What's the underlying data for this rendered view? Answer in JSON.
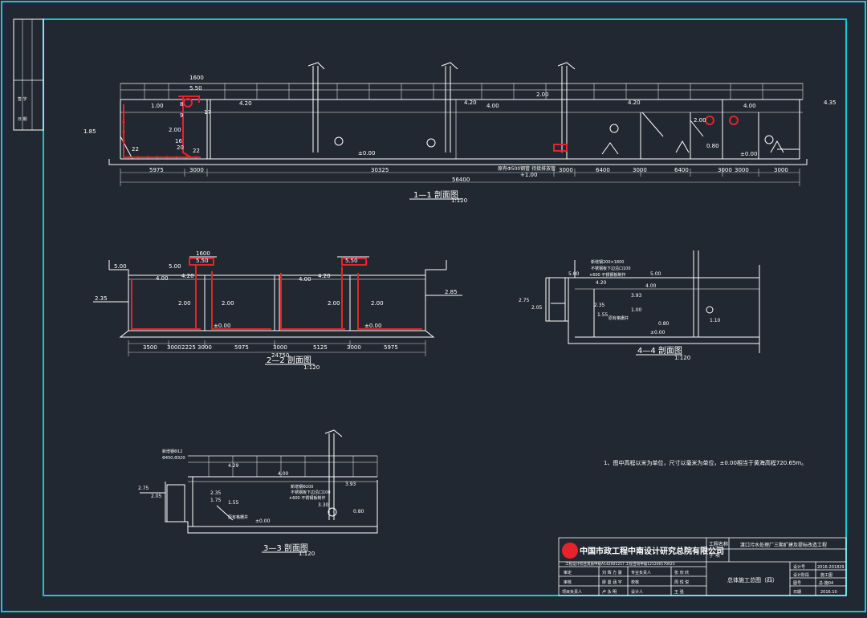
{
  "sections": {
    "s11": {
      "title": "1—1 剖面图",
      "scale": "1:120",
      "dims": {
        "d1": "5975",
        "d2": "3000",
        "d3": "30325",
        "d4": "3000",
        "d5": "6400",
        "d6": "3000",
        "d7": "6400",
        "d8": "3000",
        "d9": "3000",
        "d10": "3000",
        "total": "56400"
      },
      "levels": {
        "l420a": "4.20",
        "l550": "5.50",
        "l185": "1.85",
        "l100": "1.00",
        "l200": "2.00",
        "l420b": "4.20",
        "l400a": "4.00",
        "l000a": "±0.00",
        "l400b": "4.00",
        "l420c": "4.20",
        "l435": "4.35",
        "l080": "0.80",
        "l000b": "±0.00",
        "l200b": "2.00",
        "l200c": "2.00"
      },
      "top_dim": "1600",
      "nums": {
        "n8": "8",
        "n9": "9",
        "n16": "16",
        "n20": "20",
        "n22a": "22",
        "n22b": "22",
        "n17": "17"
      },
      "pipe_note": "原有Φ500钢管 待接排放管",
      "pipe_elev": "+1.00"
    },
    "s22": {
      "title": "2—2 剖面图",
      "scale": "1:120",
      "dims": {
        "d1": "3500",
        "d2": "3000",
        "d3": "2225",
        "d4": "3000",
        "d5": "5975",
        "d6": "3000",
        "d7": "5125",
        "d8": "3000",
        "d9": "5975",
        "total": "24750"
      },
      "levels": {
        "l500a": "5.00",
        "l500b": "5.00",
        "l550a": "5.50",
        "l550b": "5.50",
        "l400a": "4.00",
        "l420a": "4.20",
        "l400b": "4.00",
        "l420b": "4.20",
        "l235": "2.35",
        "l285": "2.85",
        "l200a": "2.00",
        "l200b": "2.00",
        "l200c": "2.00",
        "l200d": "2.00",
        "l000a": "±0.00",
        "l000b": "±0.00"
      },
      "top_dim": "1600"
    },
    "s44": {
      "title": "4—4 剖面图",
      "scale": "1:120",
      "levels": {
        "l500a": "5.00",
        "l500b": "5.00",
        "l420": "4.20",
        "l400": "4.00",
        "l275": "2.75",
        "l205": "2.05",
        "l235": "2.35",
        "l155": "1.55",
        "l110": "1.10",
        "l080": "0.80",
        "l000": "±0.00",
        "l393": "3.93",
        "l100": "1.00"
      },
      "notes": {
        "n1": "新增钢200×1800",
        "n2": "不锈钢板下边沿口100",
        "n3": "×600 不锈钢板制作",
        "n4": "原有格栅井"
      }
    },
    "s33": {
      "title": "3—3 剖面图",
      "scale": "1:120",
      "levels": {
        "l429": "4.29",
        "l275": "2.75",
        "l205": "2.05",
        "l235": "2.35",
        "l175": "1.75",
        "l155": "1.55",
        "l400": "4.00",
        "l330": "3.30",
        "l080": "0.80",
        "l000": "±0.00",
        "l393": "3.93"
      },
      "notes": {
        "n1": "新增钢Φ12",
        "n2": "Φ450,Φ320",
        "n3": "新增钢Φ200",
        "n4": "不锈钢板下边沿口100",
        "n5": "×600 不锈钢板制作",
        "n6": "原有格栅井"
      }
    }
  },
  "general_note": "1、图中高程以米为单位，尺寸以毫米为单位，±0.00相当于黄海高程720.65m。",
  "titleblock": {
    "company": "中国市政工程中南设计研究总院有限公司",
    "cert": "工程设计综合资质甲级A142001257 工程咨询甲级121200170023",
    "proj_label": "工程名称",
    "proj_name": "渡口污水处理厂三期扩建及提标改造工程",
    "sub_label": "子  项",
    "drawing_name": "总体施工总图（四）",
    "r1c1": "审定",
    "r1c2": "刘 辉 方 骏",
    "r1c3": "专业负责人",
    "r1c4": "张 欣 欣",
    "r2c1": "审核",
    "r2c2": "廖 曼 涵 宇",
    "r2c3": "校核",
    "r2c4": "周 悦 悦",
    "r3c1": "项目负责人",
    "r3c2": "卢 永 明",
    "r3c3": "设计人",
    "r3c4": "王 强",
    "k1": "设计号",
    "v1": "2016-201829",
    "k2": "设计阶段",
    "v2": "施工图",
    "k3": "图号",
    "v3": "总-施04",
    "k4": "日期",
    "v4": "2016.10"
  },
  "colors": {
    "bg": "#222831",
    "frame": "#13c7d6",
    "line": "#ffffff",
    "red": "#e8222b",
    "dim": "#cfcfcf"
  }
}
